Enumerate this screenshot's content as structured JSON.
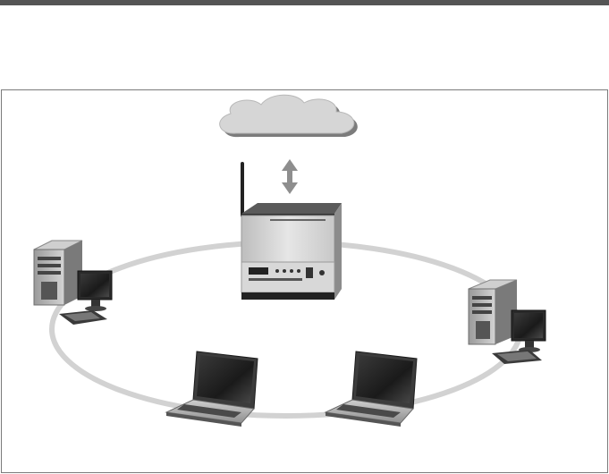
{
  "diagram": {
    "type": "network-topology",
    "nodes": [
      {
        "id": "internet",
        "icon": "cloud-icon"
      },
      {
        "id": "router",
        "icon": "wireless-router-icon"
      },
      {
        "id": "desktop-left",
        "icon": "desktop-computer-icon"
      },
      {
        "id": "desktop-right",
        "icon": "desktop-computer-icon"
      },
      {
        "id": "laptop-left",
        "icon": "laptop-icon"
      },
      {
        "id": "laptop-right",
        "icon": "laptop-icon"
      }
    ],
    "links": [
      {
        "from": "internet",
        "to": "router",
        "style": "double-arrow"
      },
      {
        "from": "router",
        "to": "desktop-left",
        "style": "ring"
      },
      {
        "from": "router",
        "to": "desktop-right",
        "style": "ring"
      },
      {
        "from": "desktop-left",
        "to": "laptop-left",
        "style": "ring"
      },
      {
        "from": "laptop-left",
        "to": "laptop-right",
        "style": "ring"
      },
      {
        "from": "laptop-right",
        "to": "desktop-right",
        "style": "ring"
      }
    ],
    "colors": {
      "ring": "#d2d2d2",
      "cloud": "#d6d6d6",
      "arrow": "#8e8e8e",
      "frame_border": "#7a7a7a",
      "top_rule": "#555555"
    }
  }
}
